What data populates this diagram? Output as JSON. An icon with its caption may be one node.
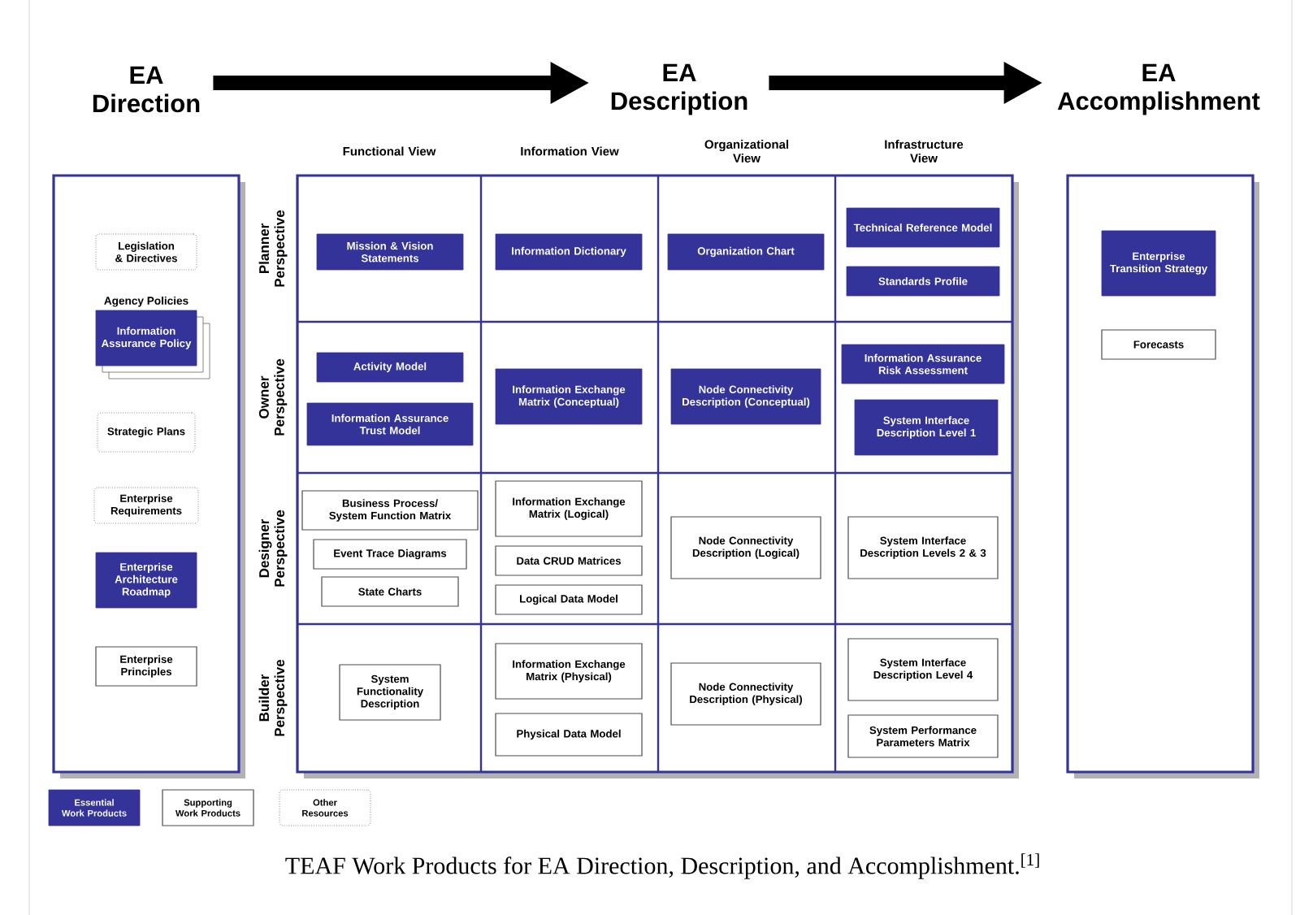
{
  "diagram": {
    "caption": "TEAF Work Products for EA Direction, Description, and Accomplishment.$^{[1]}$",
    "nodes": [
      {
        "text": [
          "EA Direction"
        ]
      },
      {
        "text": [
          "EA Description"
        ]
      },
      {
        "text": [
          "EA Accomplishment"
        ]
      },
      {
        "text": [],
        "shape": "box"
      },
      {
        "text": [
          "Legislation & Directives"
        ],
        "in": 3
      },
      {
        "text": [
          "Agency Policies",
          "Information Assurance Policy"
        ],
        "in": 3
      },
      {
        "text": [
          "Strategic Plans"
        ],
        "in": 3
      },
      {
        "text": [
          "Enterprise Requirements"
        ],
        "in": 3
      },
      {
        "text": [
          "Enterprise Architecture Roadmap"
        ],
        "in": 3
      },
      {
        "text": [
          "Enterprise Principles"
        ],
        "in": 3
      },
      {
        "text": [],
        "shape": "box"
      },
      {
        "text": [
          "Mission & Vision Statements"
        ],
        "in": 10
      },
      {
        "text": [
          "Information Dictionary"
        ],
        "in": 10
      },
      {
        "text": [
          "Organization Chart"
        ],
        "in": 10
      },
      {
        "text": [
          "Technical Reference Model"
        ],
        "in": 10
      },
      {
        "text": [
          "Standards Profile"
        ],
        "in": 10
      },
      {
        "text": [
          "Activity Model"
        ],
        "in": 10
      },
      {
        "text": [
          "Information Assurance Trust Model"
        ],
        "in": 10
      },
      {
        "text": [
          "Information Exchange Matrix (Conceptual)"
        ],
        "in": 10
      },
      {
        "text": [
          "Node Connectivity Description (Conceptual)"
        ],
        "in": 10
      },
      {
        "text": [
          "Information Assurance Risk Assessment"
        ],
        "in": 10
      },
      {
        "text": [
          "System Interface Description Level 1"
        ],
        "in": 10
      },
      {
        "text": [
          "Business Process/ System Function Matrix"
        ],
        "in": 10
      },
      {
        "text": [
          "Event Trace Diagrams"
        ],
        "in": 10
      },
      {
        "text": [
          "State Charts"
        ],
        "in": 10
      },
      {
        "text": [
          "Information Exchange Matrix (Logical)"
        ],
        "in": 10
      },
      {
        "text": [
          "Data CRUD Matrices"
        ],
        "in": 10
      },
      {
        "text": [
          "Logical Data Model"
        ],
        "in": 10
      },
      {
        "text": [
          "Node Connectivity Description (Logical)"
        ],
        "in": 10
      },
      {
        "text": [
          "System Interface Description Levels 2 & 3"
        ],
        "in": 10
      },
      {
        "text": [
          "System Functionality Description"
        ],
        "in": 10
      },
      {
        "text": [
          "Information Exchange Matrix (Physical)"
        ],
        "in": 10
      },
      {
        "text": [
          "Physical Data Model"
        ],
        "in": 10
      },
      {
        "text": [
          "Node Connectivity Description (Physical)"
        ],
        "in": 10
      },
      {
        "text": [
          "System Interface Description Level 4"
        ],
        "in": 10
      },
      {
        "text": [
          "System Performance Parameters Matrix"
        ],
        "in": 10
      },
      {
        "text": [],
        "shape": "box"
      },
      {
        "text": [
          "Enterprise Transition Strategy"
        ],
        "in": 36
      },
      {
        "text": [
          "Forecasts"
        ],
        "in": 36
      }
    ],
    "edges": [
      {
        "from": 0,
        "to": 1,
        "arrow": "to"
      },
      {
        "from": 1,
        "to": 2,
        "arrow": "to"
      }
    ],
    "labels": [
      "Functional View",
      "Information View",
      "Organizational View",
      "Infrastructure View",
      "Planner Perspective",
      "Owner Perspective",
      "Designer Perspective",
      "Builder Perspective"
    ],
    "legend": [
      {
        "text": "Essential Work Products",
        "color": "#333399"
      },
      {
        "text": "Supporting Work Products"
      },
      {
        "text": "Other Resources"
      }
    ]
  }
}
